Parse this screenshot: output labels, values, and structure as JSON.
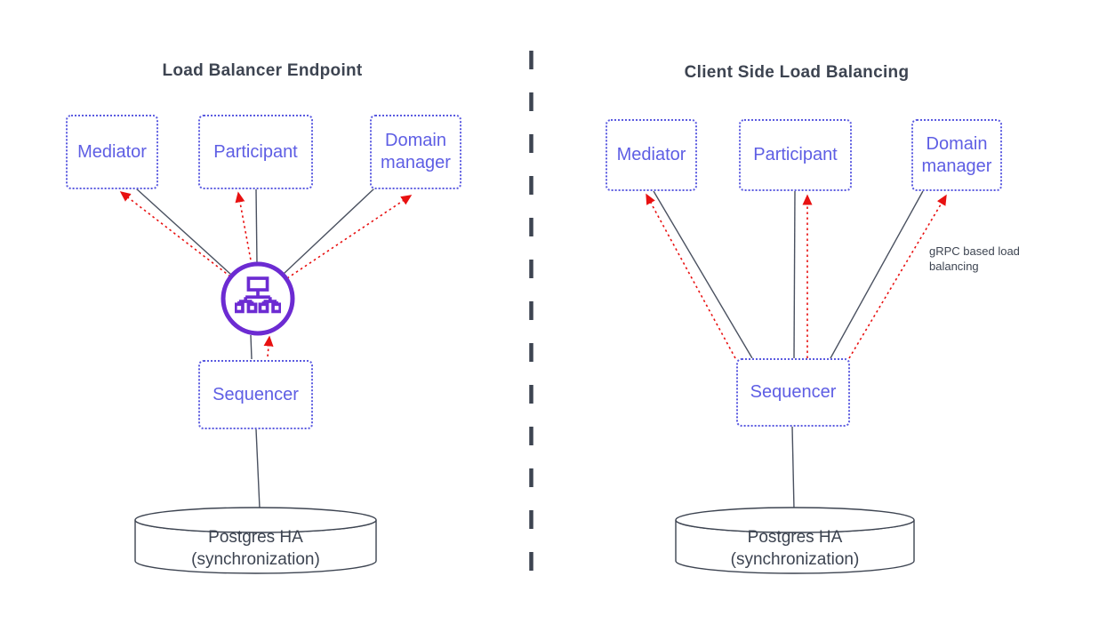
{
  "colors": {
    "node_blue": "#5e5ee4",
    "node_border_blue": "#5b5be0",
    "load_balancer_purple": "#6c2bd2",
    "arrow_red": "#e81111",
    "connector_dark": "#4a5160",
    "text_dark": "#3d4451"
  },
  "left_panel": {
    "title": "Load Balancer Endpoint",
    "nodes": [
      {
        "label": "Mediator"
      },
      {
        "label": "Participant"
      },
      {
        "label": "Domain manager"
      },
      {
        "label": "Sequencer"
      }
    ],
    "database": {
      "line1": "Postgres HA",
      "line2": "(synchronization)"
    }
  },
  "right_panel": {
    "title": "Client Side Load Balancing",
    "nodes": [
      {
        "label": "Mediator"
      },
      {
        "label": "Participant"
      },
      {
        "label": "Domain manager"
      },
      {
        "label": "Sequencer"
      }
    ],
    "annotation": "gRPC based load balancing",
    "database": {
      "line1": "Postgres HA",
      "line2": "(synchronization)"
    }
  }
}
